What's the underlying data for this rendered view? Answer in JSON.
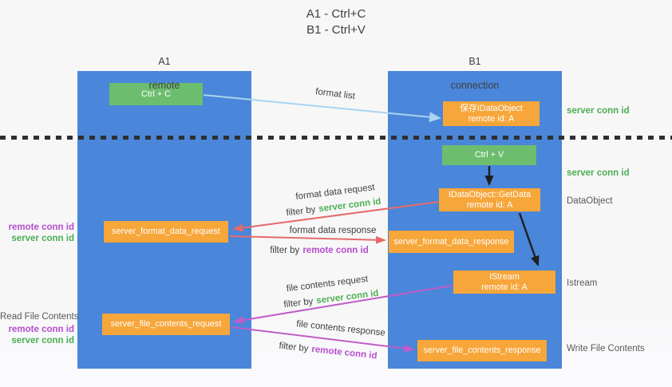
{
  "colors": {
    "lane_blue": "#4a86d9",
    "green_box": "#6dbd6e",
    "orange_box": "#f7a63a",
    "arrow_blue": "#a9d3f0",
    "arrow_red": "#e56b6b",
    "arrow_magenta": "#c05cc9",
    "arrow_black": "#1f1f1f",
    "text_green": "#4cae52",
    "text_purple": "#b44ecb",
    "text_dark": "#3f3f3f",
    "text_gray": "#595959"
  },
  "title": {
    "line1": "A1 - Ctrl+C",
    "line2": "B1 - Ctrl+V"
  },
  "lanes": {
    "left": {
      "name": "A1",
      "role": "remote"
    },
    "right": {
      "name": "B1",
      "role": "connection"
    }
  },
  "nodes": {
    "ctrl_c": {
      "label": "Ctrl + C"
    },
    "ctrl_v": {
      "label": "Ctrl + V"
    },
    "save_dataobject": {
      "line1": "保存IDataObject",
      "line2": "remote id: A"
    },
    "getdata": {
      "line1": "IDataObject::GetData",
      "line2": "remote id: A"
    },
    "istream": {
      "line1": "IStream",
      "line2": "remote id: A"
    },
    "format_request": {
      "label": "server_format_data_request"
    },
    "format_response": {
      "label": "server_format_data_response"
    },
    "file_request": {
      "label": "server_file_contents_request"
    },
    "file_response": {
      "label": "server_file_contents_response"
    }
  },
  "arrow_labels": {
    "format_list": "format list",
    "format_data_request": "format data request",
    "filter_server_1": {
      "prefix": "filter by",
      "highlight": "server conn id"
    },
    "format_data_response": "format data response",
    "filter_remote_1": {
      "prefix": "filter by",
      "highlight": "remote conn id"
    },
    "file_contents_request": "file contents request",
    "filter_server_2": {
      "prefix": "filter by",
      "highlight": "server conn id"
    },
    "file_contents_response": "file contents response",
    "filter_remote_2": {
      "prefix": "filter by",
      "highlight": "remote conn id"
    }
  },
  "side_labels": {
    "left": {
      "remote_conn_1": "remote conn id",
      "server_conn_1": "server conn id",
      "read_file": "Read File Contents",
      "remote_conn_2": "remote conn id",
      "server_conn_2": "server conn id"
    },
    "right": {
      "server_conn_1": "server conn id",
      "server_conn_2": "server conn id",
      "dataobject": "DataObject",
      "istream": "Istream",
      "write_file": "Write File Contents"
    }
  }
}
